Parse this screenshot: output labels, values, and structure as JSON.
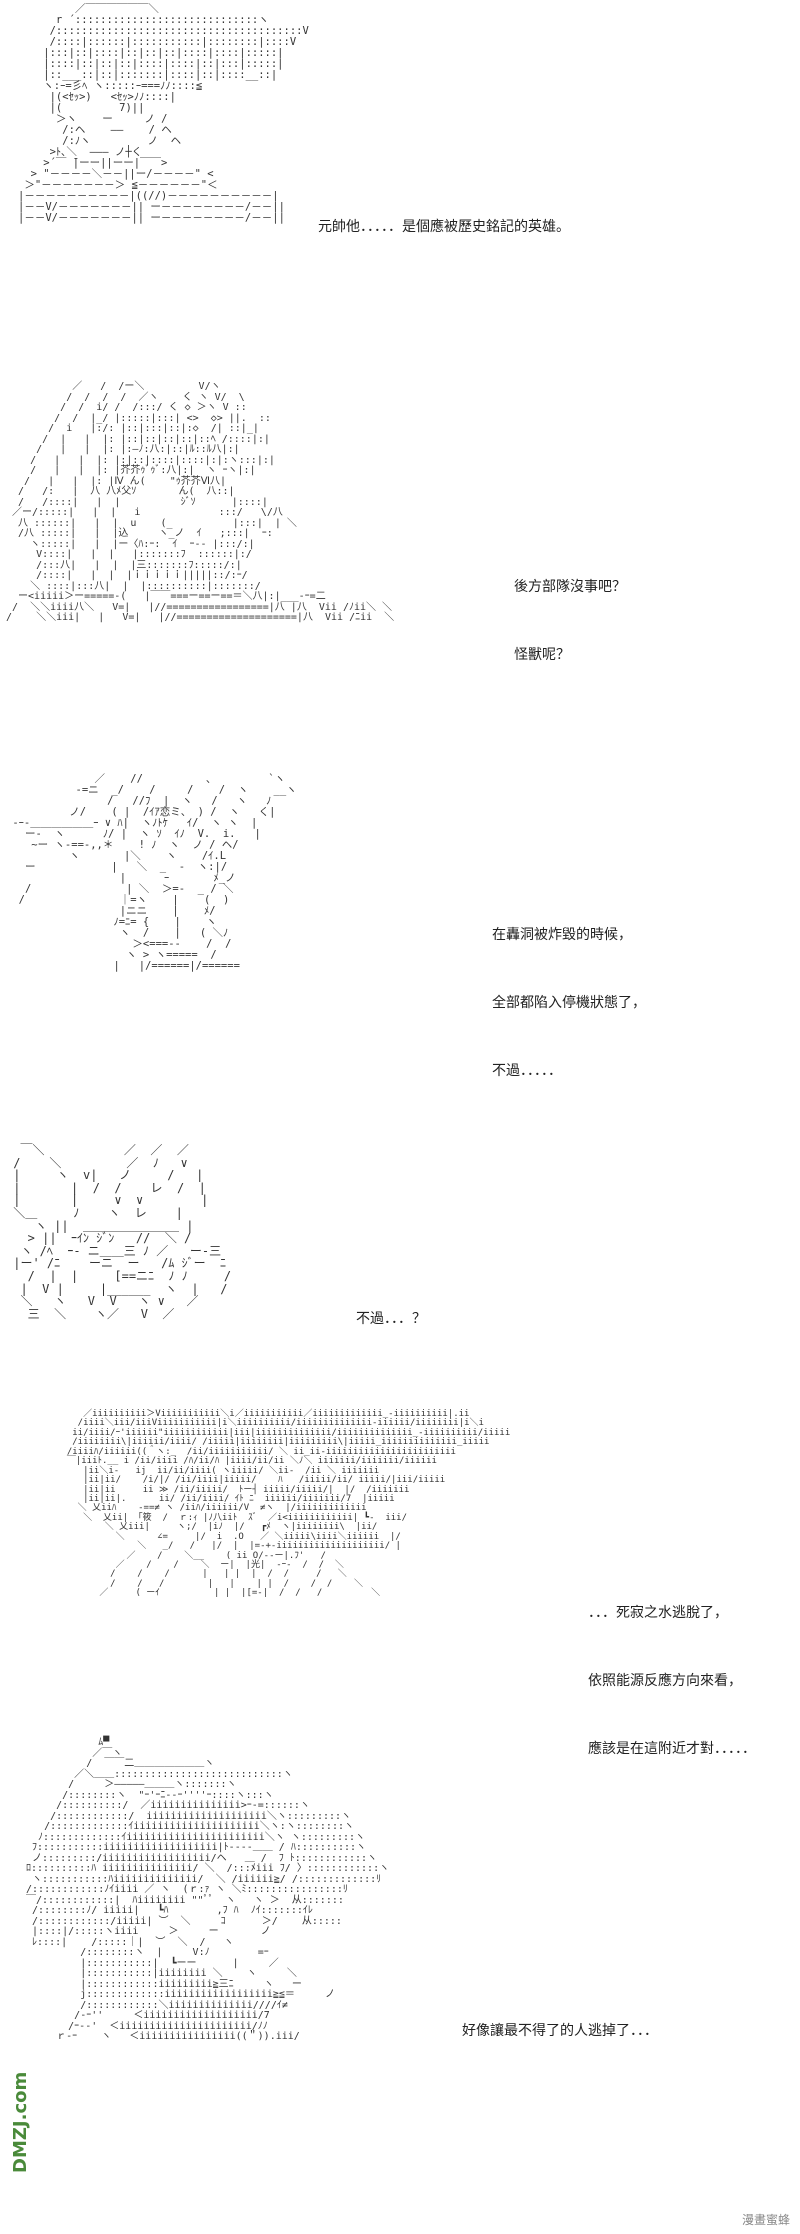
{
  "panels": [
    {
      "lines": [
        "元帥他．．．．．是個應被歷史銘記的英雄。"
      ],
      "art": [
        "         ／￣￣￣￣￣￣＼",
        "      r ´:::::::::::::::::::::::::::::ヽ",
        "     /:::::::::::::::::::::::::::::::::::::::V",
        "     /::::|::::::|:::::::::::|::::::::|::::V",
        "    |:::|::|::::|::|::|::|::::|::::|:::::|",
        "    |::::|::|::|::|::::|::::|::|:::|:::::|",
        "    |::___::|::|:::::::|::::|::|::::__::|",
        "    ヽ:ｰ=彡ﾍ ヽ:::::ｰ===ﾉﾉ::::≦",
        "     |(<ｾｯ>)   <ｾｯ>ﾉﾉ::::|",
        "     |(         7)||",
        "      ＞ヽ    ー     ノ /",
        "       /:ヘ    ――    / ヘ",
        "       /:ﾉヽ         ノ  ヘ",
        "     >ﾄ､＼  ――― ノ┼く",
        "    >´￣ ̄|ーー||ーー|￣￣>",
        "  > \"－－－－＼－－||ー/－－－－\" <",
        " ＞\"－－－－－－－＞ ≦－－－－－－\"＜",
        "|－－－－－－－－－－|((//)－－－－－－－－－－|",
        "|－－V/－－－－－－－|| ー－－－－－－－－/－－||",
        "|－－V/－－－－－－－|| ー－－－－－－－－/－－||"
      ]
    },
    {
      "lines": [
        "後方部隊沒事吧？",
        "怪獸呢？"
      ],
      "art": [
        "           ／   /  /ー＼         V/ヽ",
        "          /  /  /  /  ／ヽ    く ヽ V/  \\",
        "         /  /  i/ /  /:::/ く ◇ ＞ヽ V ::",
        "        /  /  |_/ |:::::|:::| <>  ◇> ||.  ::",
        "       /  i   |:/: |::|:::|::|:◇  /| ::|_|",
        "      /  |   |  |: |::|::|::|::|::ﾍ /::::|:|",
        "     /   |   |  |: |:―ﾉ:八:|::|ﾙ::ﾙ八|:|",
        "    /   |   |  |: |:|::|::::|::::|:|:ヽ:::|:|",
        "    /   |   |  |: |芥芥ｩﾞｩﾞ:八|:|  ヽ ｰヽ|:|",
        "   /   |   |  |: |Ⅳ ん(    \"ｩ芥芥Ⅵ八|",
        "  /   /:   |  八 八ﾒ父ｿ       ん(  八::|",
        "  /   /::::|   |  |          ｼﾞｿ      |::::|",
        " ／ー/:::::|   |  |   i             :::/   \\/八",
        "  八 ::::::|   |  |  u    (_          |:::|  | ＼",
        "  /八 :::::|   |  |込     ヽ_ノ  ｲ   ;:::|  ｰ:",
        "    ヽ:::::|   |  |ー〈ﾊ:ｰ:  ｲ  ｰ-- |:::/:|",
        "     V::::|   |  |   |:::::::ﾌ  ::::::|:/",
        "     /:::八|   |  |  |三:::::::ﾌ:::::/:|",
        "     /::::|   |  |  |ｉｉｉｉｉ|||||::/:ｰ/",
        "    ＼ ::::|:::八|  |  |::::::::::|:::::::/",
        "  ー<iiiii＞ー=====-(   |￣￣===ー==ー==＝＼八|:|___-ｰ=二",
        " /  ＼＼iiii八＼   V=|   |//=================|八 |八  Vii /ﾉii＼ ＼",
        "/    ＼＼iii|   |   V=|   |//====================|八  Vii /ﾆii  ＼"
      ]
    },
    {
      "lines": [
        "在轟洞被炸毀的時候，",
        "全部都陷入停機狀態了，",
        "不過．．．．．"
      ],
      "art": [
        "              ／    //          ､         `ヽ",
        "           -=ニ  _/    /     /    /  ヽ    __ヽ",
        "                /   //ﾌ  |  ヽ   /   ヽ   ﾉ",
        "          ノ/    ( |  /ｲｱ恋ミ、 ) /  ヽ   く|",
        " -ｰ-＿＿＿＿＿＿ｰ ∨ ﾊ|  ヽﾉﾄｹ   ｲ/  ヽ ヽ  |",
        "   ー-  ヽ      ﾉ/ |  ヽ ｿ  ｲﾉ  V.  i.   |",
        "    ~ー ヽ-==-,,＊    ! ﾉ  ヽ  ノ / ヘ/",
        "          ヽ       |＼    ヽ    /ｲ.L",
        "   ー            |   ＼  _  -  ヽ:|/",
        "                  |      ｰ       ﾒ_ノ",
        "   /               | ＼  ＞=-  _ / ＼",
        "  /               ｜=ヽ    |    (  )",
        "                  |ニニ    |    ﾒ/",
        "                 ﾉ=ﾆ= {    |    ヽ",
        "                  ヽ  /    |   ( ＼ﾉ",
        "                    ＞<===--    /  /",
        "                   ヽ > ヽ=====  /",
        "                 |   |/======|/======"
      ]
    },
    {
      "lines": [
        "不過．．．？"
      ],
      "art": [
        "  ￣＼           ／  ／  ／",
        " /    ＼         ／  ﾉ   ∨",
        " |     ヽ  v|   ノ     /   |",
        " |       |  /  /    レ  /  |",
        " |       |     ∨  ∨        |",
        " ＼＿     ﾉ    ヽ  レ    |",
        "    ヽ ||  ＿＿＿＿＿＿＿＿ |",
        "   > ||  ｰｲﾝ ｼﾞﾝ   //  ＼ /",
        "  ヽ /ﾍ  ｰ- ニ＿＿三 ﾉ ／   ー-三",
        " |ー' /ﾆ    ーニ  ー   /ﾑ ｼﾞー  ﾆ",
        "   /  |  |     [==ニﾆ  ﾉ ﾉ     /",
        "  |  V |     |______  ヽ  |   /",
        "  ＼   ヽ   V  V   ヽ ∨   ／",
        "   三  ＼    ヽ／   V  ／"
      ]
    },
    {
      "lines": [
        "．．．死寂之水逃脫了，",
        "依照能源反應方向來看，",
        "應該是在這附近才對．．．．．"
      ],
      "art": [
        "     ／iiiiiiiiii＞Viiiiiiiiiii＼i／iiiiiiiiiii／iiiiiiiiiiiii_-iiiiiiiiii|.ii",
        "    /iiii＼iii/iiiViiiiiiiiiii|i＼iiiiiiiiii/iiiiiiiiiiiiii-iiiiii/iiiiiiii|i＼i",
        "   ii/iiii/ｰ'iiiiii\"iiiiiiiiiiii|iii|iiiiiiiiiiiiii/iiiiiiiiiiiiii_-iiiiiiiiii/iiiii",
        "   /iiiiiiii\\|iiiiii/iiii/ /iiiii|iiiiiiii|iiiiiiiii\\|iiiii_iiiiiiiiiiiiii_iiiii",
        "  /iiiiﾊ/iiiiii((＾ヽ:_  /ii/iiiiiiiiiii/ ＼ ii_ii-iiiiiiiiiiiiiiiiiiiiiiii",
        "  ￣|iiiﾄ.__ i /ii/iiii /ﾊ/ii/ﾊ |iiii/ii/ii ＼ﾉ＼ iiiiiii/iiiiiii/iiiiii",
        "     |ii＼i-   ij  ii/ii/iiii( ヽiiiii/ ＼ii-  /ii ＼ iiiiiii",
        "     |ii|ii/    /i/|/ /ii/iiii|iiiii/    ﾊ   /iiiii/ii/ iiiii/|iii/iiiii",
        "     |ii|ii     ii ≫ /ii/iiiii/  ﾄー┤ iiiii/iiiii/|  |/  /iiiiiii",
        "     |ii|ii|.      ii/ /ii/iiii/ ｲﾄ ﾆ  iiiiii/iiiiiii/7  |iiiii",
        "    ＼ 乂iiﾊ    -==≠ ヽ /iiﾊ/iiiiii/V  ≠ヽ  |/iiiiiiiiiiiii",
        "     ＼  乂ii| 「筱  /  ｒ:ｨ |ﾉ八iiﾄ  ｽﾞ  ／i<iiiiiiiiiiii| ┗-  iii/",
        "         ＼ 乂iii|     ヽ;/  |iﾉ  |/   ┏ﾒ  ヽ|iiiiiiii\\  |ii/",
        "           ＼      ∠=     |/  i  .O   ／ ＼iiiii\\iiii＼iiiiii  |/",
        "               ＼   _/   /   |/  |  |=-+-iiiiiiiiiiiiiiiiiiii/ |",
        "             ／    /    ＼__    ( ii O/--ー|.ﾌ'   /",
        "           ／    /    /    ＼  ー|  |光|  -ｰ-  /  /  ＼",
        "          /    /    /      |   | |  |  /  /     /   ＼",
        "          /    /   /        |   |    | |  /    /  /    ＼",
        "        ／     ( ーｲ          | |  |[=-|  /  /   /         ＼"
      ]
    },
    {
      "lines": [
        "好像讓最不得了的人逃掉了．．．"
      ],
      "art": [
        "             ﾑ▀",
        "            ／￣ヽ",
        "           /  ￣￣二＿＿＿＿＿＿＿ヽ",
        "         ／＼＿＿::::::::::::::::::::::::::::ヽ",
        "        /     ＞―――――＿＿＿ヽ:::::::ヽ",
        "       /::::::::ヽ  \"ｰ'ｰﾆ--ｰ''''ｰ::::ヽ:::ヽ",
        "      /::::::::::/  ／iiiiiiiiiiiiiii>ｰ-=::::::ヽ",
        "     /::::::::::::/  iiiiiiiiiiiiiiiiiiii＼ヽ:::::::::ヽ",
        "    /:::::::::::::ｲiiiiiiiiiiiiiiiiiiiii＼ヽ:ヽ::::::::ヽ",
        "   ﾉ:::::::::::::ｲiiiiiiiiiiiiiiiiiiiiiii＼ヽ ヽ:::::::::ヽ",
        "  ﾌ:::::::::::iiiiiiiiiiiiiiiiiii|ﾄ----＿＿ / ﾊ::::::::::ヽ",
        "  ノ:::::::::/iiiiiiiiiiiiiiiiii/ヘ   ＿ /  ﾌ ﾄ::::::::::::ヽ",
        " ﾛ::::::::::ﾊ iiiiiiiiiiiiiii/ ＼  /:::ﾒiii ﾌ/ 〉::::::::::::ヽ",
        "  ヽ:::::::::::ﾊiiiiiiiiiiiiii/  ＼ /iiiiii≧/ /:::::::::::::ﾘ",
        " /::::::::::::ﾉｲiiii ／ ヽ  (ｒ:ｧ ヽ ＼ﾐ::::::::::::::::ﾘ",
        " ￣/::::::::::::|  ﾊiiiiiiii \"\"ﾟﾟ  ヽ   ヽ ＞  从:::::::",
        "  /::::::::ﾉ/ iiiii|   ┗ﾊ        ,ﾌ ﾊ  ﾉｲ:::::::ｲﾚ",
        "  /::::::::::::/iiiii| ︶  ＼     ｺ      ＞/    从:::::",
        "  |::::|/:::::ヽiiii     ＞     ー       ノ",
        "  ﾚ::::|    /:::::｜|  ︶  ＼  /   ヽ",
        "          /::::::::ヽ  |     V:ﾉ        =ｰ",
        "          |:::::::::::|  ┗ーー      |     ／",
        "          |:::::::::::|iiiiiiii ＼    ヽ     ＼",
        "          |::::::::::::iiiiiiiii≧三ﾆ     ヽ   ー",
        "          j:::::::::::::iiiiiiiiiiiiiiiiii≧≦＝     ノ",
        "          /::::::::::::＼iiiiiiiiiiiiii////ｲ≠",
        "         /-ｰ''     ＜iiiiiiiiiiiiiiiiiii/7",
        "        /ｰ--'  ＜iiiiiiiiiiiiiiiiiiiiii/ﾉﾉ",
        "      ｒ-ｰ    ヽ   ＜iiiiiiiiiiiiiiii((＂)).iii/"
      ]
    }
  ],
  "logo": {
    "text": "DMZJ.com",
    "color": "#4a8a3a"
  },
  "watermark": "漫畫蜜蜂"
}
